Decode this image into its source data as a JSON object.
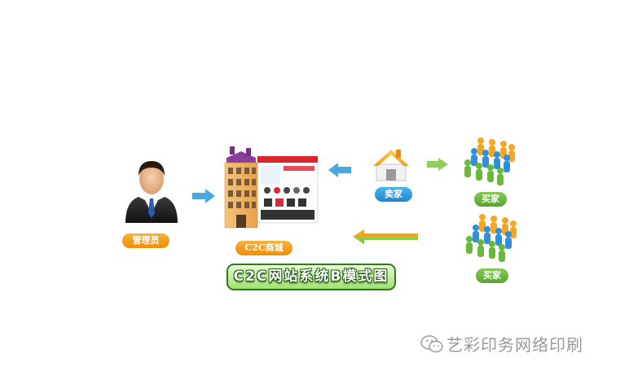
{
  "diagram": {
    "title": "C2C网站系统B模式图",
    "admin_label": "管理员",
    "mall_label": "C2C商城",
    "seller_label": "卖家",
    "buyer_label_1": "买家",
    "buyer_label_2": "买家"
  },
  "watermark": {
    "text": "艺彩印务网络印刷"
  },
  "colors": {
    "orange": "#ec8e08",
    "blue": "#1f86cc",
    "green": "#56a52c",
    "arrow_blue": "#4aa8e0",
    "arrow_green": "#8fd05a"
  }
}
